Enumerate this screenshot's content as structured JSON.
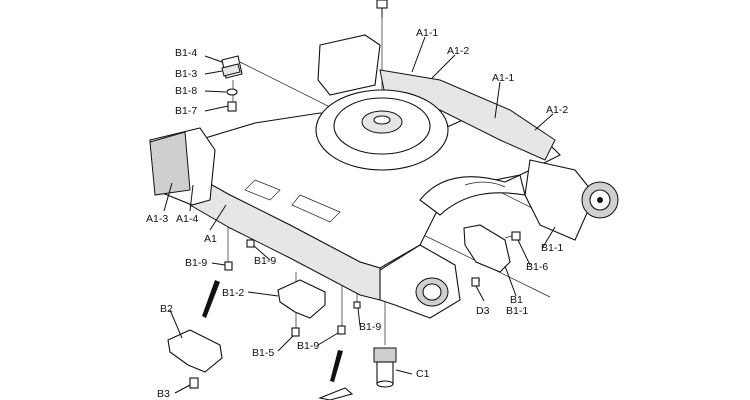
{
  "diagram": {
    "labels": {
      "a1_1_top": "A1-1",
      "a1_2_top": "A1-2",
      "a1_1_mid": "A1-1",
      "a1_2_right": "A1-2",
      "b1_4": "B1-4",
      "b1_3": "B1-3",
      "b1_8": "B1-8",
      "b1_7": "B1-7",
      "a1_3": "A1-3",
      "a1_4": "A1-4",
      "a1": "A1",
      "b1_9_left": "B1-9",
      "b1_9_mid": "B1-9",
      "b1_2": "B1-2",
      "b2": "B2",
      "b1_5": "B1-5",
      "b1_9_bottom": "B1-9",
      "b1_9_right": "B1-9",
      "b3": "B3",
      "c1": "C1",
      "d3": "D3",
      "b1": "B1",
      "b1_1_bottom": "B1-1",
      "b1_1_right": "B1-1",
      "b1_6": "B1-6"
    }
  }
}
